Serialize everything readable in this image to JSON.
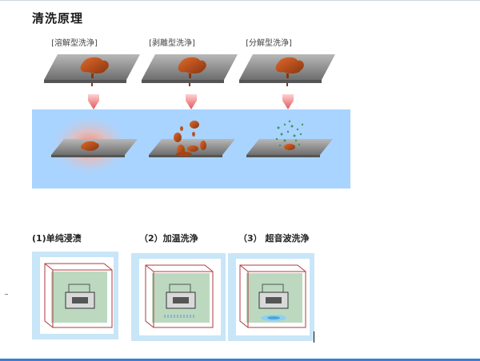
{
  "title": "清洗原理",
  "methods": [
    {
      "label": "[溶解型洗浄]"
    },
    {
      "label": "[剥離型洗浄]"
    },
    {
      "label": "[分解型洗浄]"
    }
  ],
  "sub_methods": [
    {
      "label": "(1)单纯浸渍"
    },
    {
      "label": "（2）加温洗浄"
    },
    {
      "label": "（3）  超音波洗浄"
    }
  ],
  "colors": {
    "water": "#a9d4ff",
    "plate": "#8a8a8a",
    "stain": "#c0521c",
    "arrow": "#e8787a",
    "tank_border": "#b03a3a",
    "tank_green": "#bcd9c0",
    "accent_line": "#3b7fd0"
  }
}
